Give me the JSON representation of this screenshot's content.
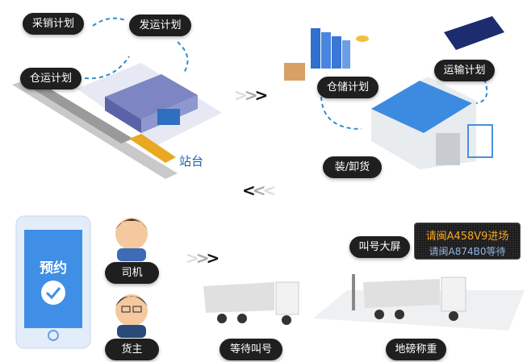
{
  "labels": {
    "purchase_sales_plan": "采销计划",
    "shipping_plan": "发运计划",
    "warehouse_transport_plan": "仓运计划",
    "station": "站台",
    "warehouse_storage_plan": "仓储计划",
    "transport_plan": "运输计划",
    "load_unload": "装/卸货",
    "driver": "司机",
    "cargo_owner": "货主",
    "wait_call": "等待叫号",
    "call_screen": "叫号大屏",
    "weighbridge": "地磅称重"
  },
  "phone": {
    "title": "预约"
  },
  "led_screen": {
    "line1": "请闽A458V9进场",
    "line2": "请闽A874B0等待"
  },
  "colors": {
    "accent": "#2a8fc9",
    "pill": "#1f1f1f",
    "led_line1": "#f5a623",
    "led_line2": "#8fb4e0"
  }
}
